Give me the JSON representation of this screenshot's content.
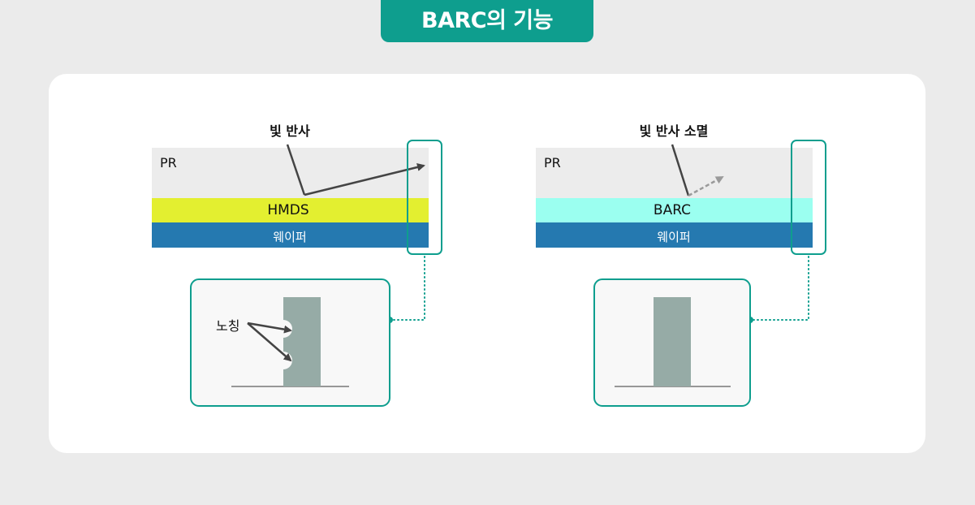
{
  "title": "BARC의 기능",
  "colors": {
    "accent": "#0e9e8e",
    "pr": "#ececec",
    "hmds": "#e3ef30",
    "barc": "#9bfff0",
    "wafer": "#2579b0",
    "resist_pattern": "#96aba6"
  },
  "left": {
    "heading": "빛 반사",
    "pr_label": "PR",
    "middle_layer": "HMDS",
    "wafer_label": "웨이퍼",
    "notch_label": "노칭"
  },
  "right": {
    "heading": "빛 반사 소멸",
    "pr_label": "PR",
    "middle_layer": "BARC",
    "wafer_label": "웨이퍼"
  }
}
